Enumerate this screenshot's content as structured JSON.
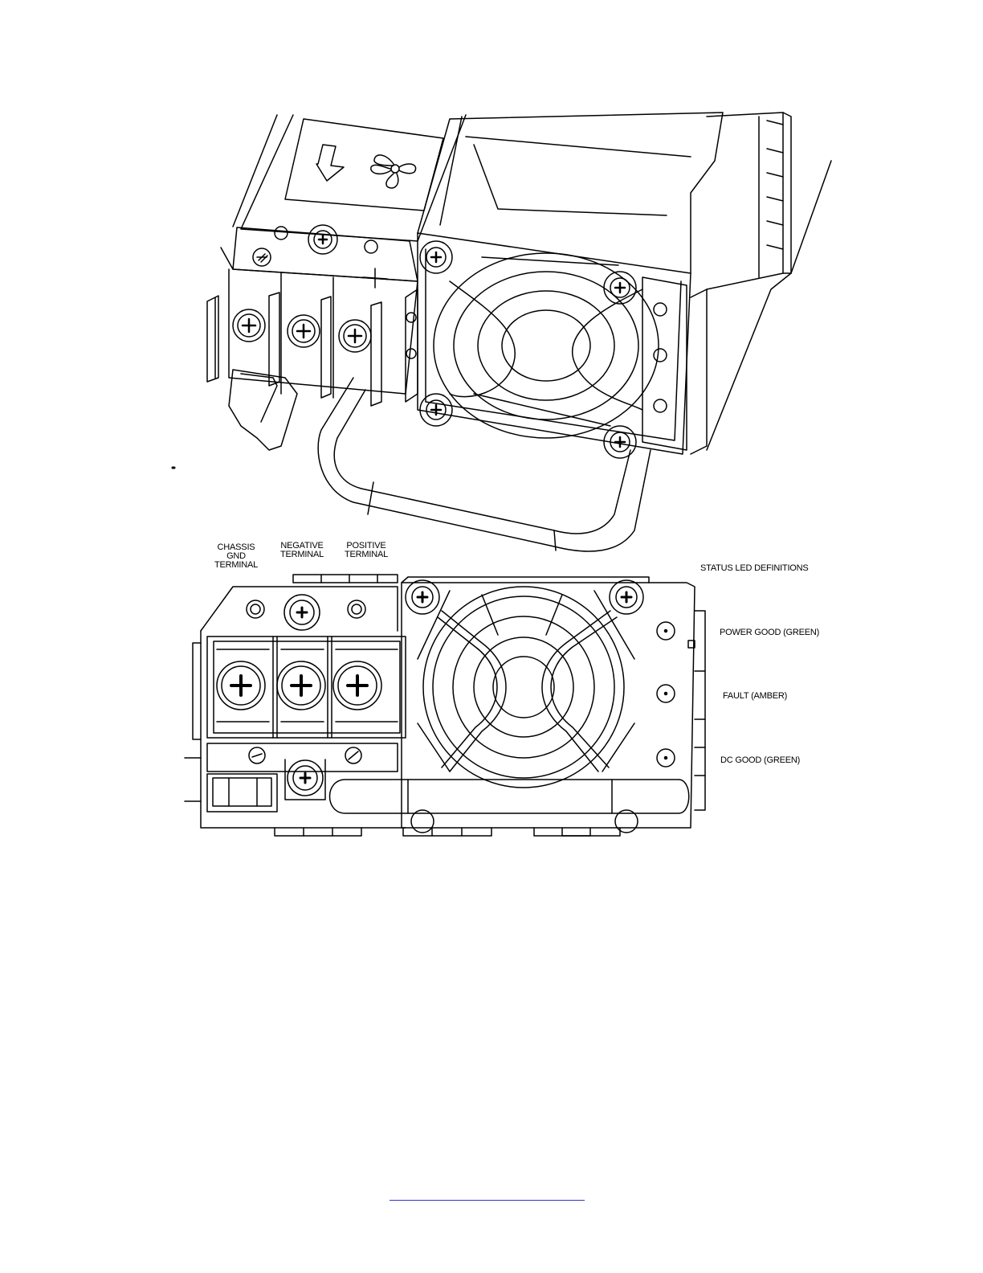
{
  "terminals": {
    "chassis_gnd": "CHASSIS\nGND\nTERMINAL",
    "negative": "NEGATIVE\nTERMINAL",
    "positive": "POSITIVE\nTERMINAL"
  },
  "status_led": {
    "title": "STATUS LED DEFINITIONS",
    "power_good": "POWER GOOD (GREEN)",
    "fault": "FAULT (AMBER)",
    "dc_good": "DC GOOD (GREEN)"
  },
  "icons": {
    "airflow": "down-arrow-icon",
    "fan": "fan-icon",
    "ground": "ground-symbol-icon",
    "positive": "plus-symbol-icon",
    "screw": "phillips-screw-icon"
  },
  "colors": {
    "line": "#000000",
    "background": "#ffffff",
    "link": "#3333cc"
  }
}
